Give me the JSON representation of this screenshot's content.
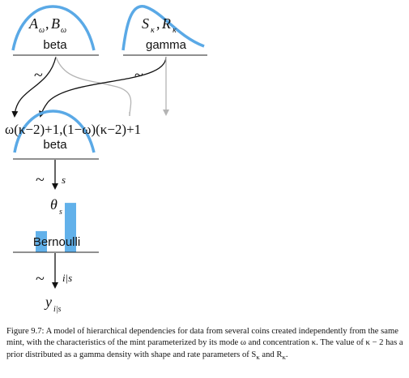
{
  "colors": {
    "dist_blue": "#5aa9e6",
    "bar_blue": "#62b1ea",
    "arrow_black": "#111111",
    "arrow_gray": "#b4b4b4",
    "rule_black": "#222222"
  },
  "top_left_dist": {
    "param_a": "A",
    "param_a_sub": "ω",
    "separator": ",",
    "param_b": "B",
    "param_b_sub": "ω",
    "name": "beta"
  },
  "top_right_dist": {
    "param_a": "S",
    "param_a_sub": "κ",
    "separator": ",",
    "param_b": "R",
    "param_b_sub": "κ",
    "name": "gamma"
  },
  "tilde_left": "~",
  "tilde_right": "~",
  "beta_params_expression": "ω(κ−2)+1,(1−ω)(κ−2)+1",
  "middle_dist": {
    "name": "beta"
  },
  "theta_arrow": {
    "tilde": "~",
    "index": "s"
  },
  "theta_node": {
    "symbol": "θ",
    "sub": "s"
  },
  "bernoulli": {
    "name": "Bernoulli",
    "bars": [
      0.3,
      0.7
    ]
  },
  "y_arrow": {
    "tilde": "~",
    "index": "i|s"
  },
  "y_node": {
    "symbol": "y",
    "sub": "i|s"
  },
  "caption": {
    "lead": "Figure 9.7:",
    "text": "A model of hierarchical dependencies for data from several coins created independently from the same mint, with the characteristics of the mint parameterized by its mode ω and concentration κ. The value of κ − 2 has a prior distributed as a gamma density with shape and rate parameters of S",
    "sub_1": "κ",
    "joiner": " and R",
    "sub_2": "κ",
    "end": "."
  }
}
